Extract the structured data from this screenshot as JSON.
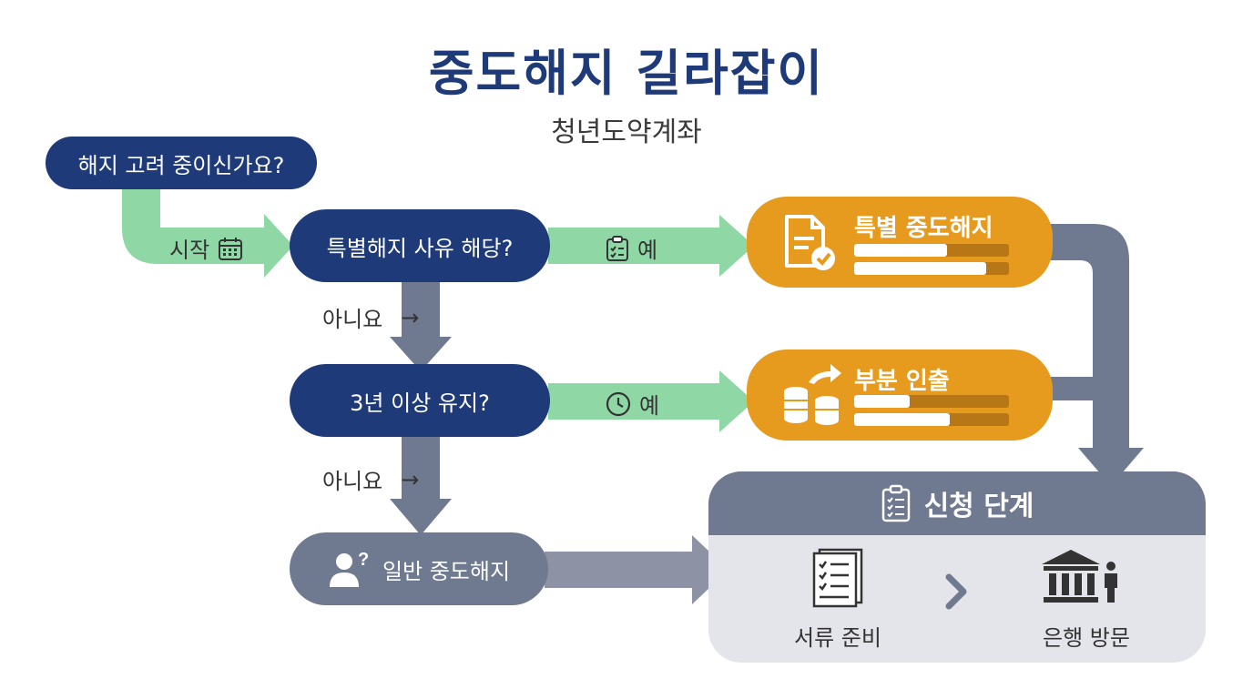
{
  "title": "중도해지 길라잡이",
  "subtitle": "청년도약계좌",
  "nodes": {
    "start_question": "해지 고려 중이신가요?",
    "special_question": "특별해지 사유 해당?",
    "three_year_question": "3년 이상 유지?",
    "general_termination": "일반 중도해지"
  },
  "edge_labels": {
    "start": "시작",
    "yes_1": "예",
    "yes_2": "예",
    "no_1": "아니요",
    "no_2": "아니요"
  },
  "outcomes": {
    "special_termination": {
      "title": "특별 중도해지",
      "bars": [
        0.6,
        0.85
      ]
    },
    "partial_withdrawal": {
      "title": "부분 인출",
      "bars": [
        0.36,
        0.62
      ]
    }
  },
  "application": {
    "title": "신청 단계",
    "steps": [
      "서류 준비",
      "은행 방문"
    ]
  },
  "colors": {
    "navy": "#1e3a78",
    "green": "#8fd7a4",
    "orange": "#e69a1e",
    "gray": "#6f7990",
    "light_gray": "#e4e5ea"
  },
  "icons": [
    "calendar-icon",
    "clipboard-check-icon",
    "clock-icon",
    "document-check-icon",
    "coins-arrow-icon",
    "clipboard-list-icon",
    "user-question-icon",
    "documents-icon",
    "chevron-right-icon",
    "bank-person-icon"
  ]
}
